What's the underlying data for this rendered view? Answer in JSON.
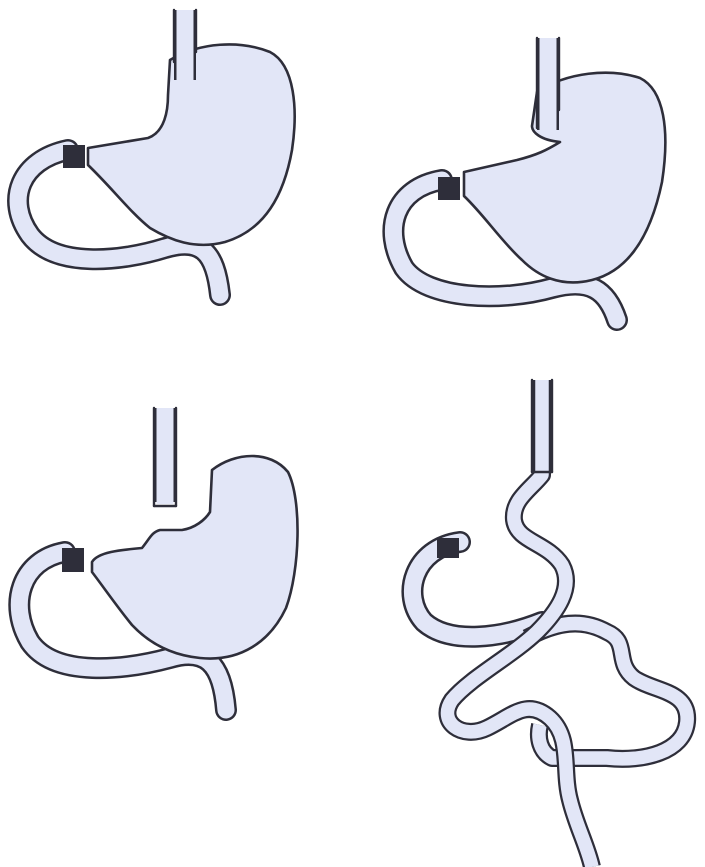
{
  "figure": {
    "panels": [
      {
        "id": "top-left"
      },
      {
        "id": "top-right"
      },
      {
        "id": "bottom-left"
      },
      {
        "id": "bottom-right"
      }
    ]
  },
  "colors": {
    "organ_fill": "#e2e6f7",
    "outline": "#2e2e3a",
    "background": "#ffffff"
  }
}
